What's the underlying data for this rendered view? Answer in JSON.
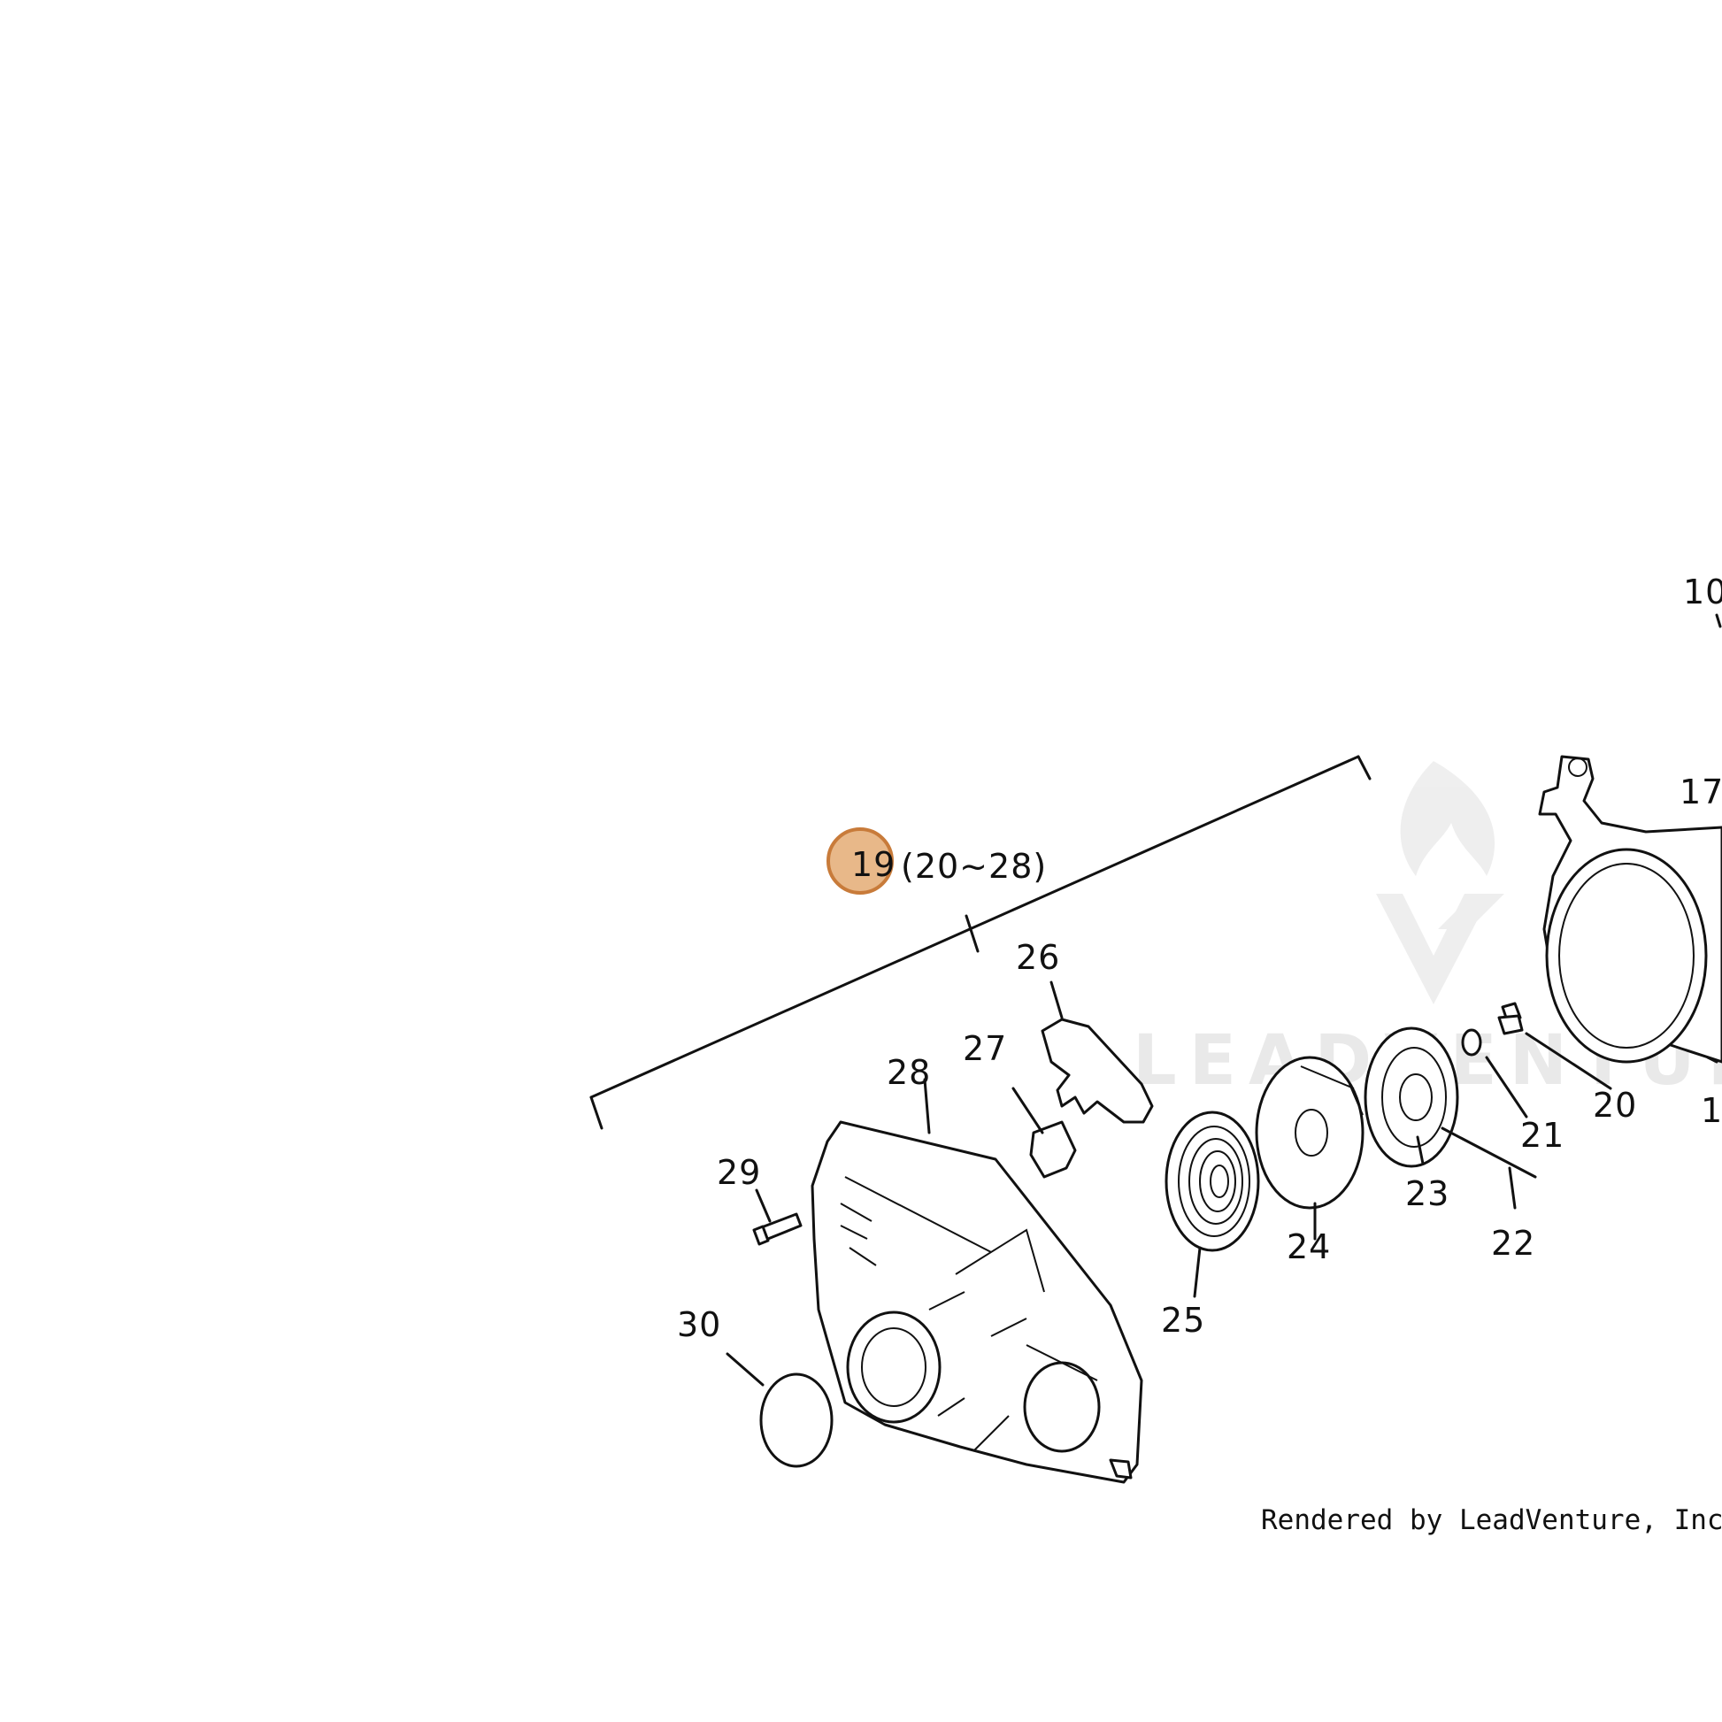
{
  "diagram": {
    "callouts": [
      {
        "id": "19",
        "text": "19",
        "highlighted": true
      },
      {
        "id": "19-range",
        "text": "(20~28)"
      },
      {
        "id": "26",
        "text": "26"
      },
      {
        "id": "27",
        "text": "27"
      },
      {
        "id": "28",
        "text": "28"
      },
      {
        "id": "29",
        "text": "29"
      },
      {
        "id": "30",
        "text": "30"
      },
      {
        "id": "25",
        "text": "25"
      },
      {
        "id": "24",
        "text": "24"
      },
      {
        "id": "23",
        "text": "23"
      },
      {
        "id": "22",
        "text": "22"
      },
      {
        "id": "21",
        "text": "21"
      },
      {
        "id": "20",
        "text": "20"
      },
      {
        "id": "17",
        "text": "17"
      },
      {
        "id": "10",
        "text": "10"
      },
      {
        "id": "1",
        "text": "1"
      }
    ],
    "highlight_color": "#e8b889",
    "highlight_stroke": "#c87b3a"
  },
  "watermark": {
    "text": "LEADVENTURE",
    "color": "#e9e9e9"
  },
  "credit": "Rendered by LeadVenture, Inc."
}
